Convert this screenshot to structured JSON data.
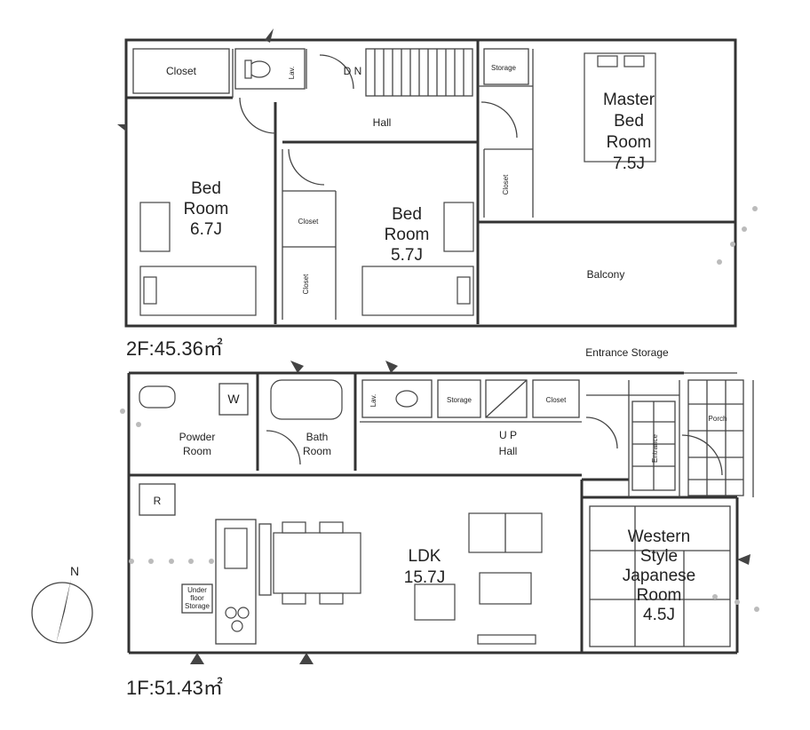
{
  "floors": [
    {
      "id": "2F",
      "area_label": "2F:45.36㎡",
      "rooms": [
        {
          "key": "closet_a",
          "label": "Closet"
        },
        {
          "key": "lav",
          "label": "Lav."
        },
        {
          "key": "dn",
          "label": "D N"
        },
        {
          "key": "storage",
          "label": "Storage"
        },
        {
          "key": "hall",
          "label": "Hall"
        },
        {
          "key": "master",
          "lines": [
            "Master",
            "Bed",
            "Room",
            "7.5J"
          ]
        },
        {
          "key": "bed1",
          "lines": [
            "Bed",
            "Room",
            "6.7J"
          ]
        },
        {
          "key": "bed2",
          "lines": [
            "Bed",
            "Room",
            "5.7J"
          ]
        },
        {
          "key": "closet_b",
          "label": "Closet"
        },
        {
          "key": "closet_c",
          "label": "Closet"
        },
        {
          "key": "closet_d",
          "label": "Closet"
        },
        {
          "key": "balcony",
          "label": "Balcony"
        }
      ]
    },
    {
      "id": "1F",
      "area_label": "1F:51.43㎡",
      "rooms": [
        {
          "key": "entrance_storage",
          "label": "Entrance Storage"
        },
        {
          "key": "w",
          "label": "W"
        },
        {
          "key": "powder",
          "lines": [
            "Powder",
            "Room"
          ]
        },
        {
          "key": "bath",
          "lines": [
            "Bath",
            "Room"
          ]
        },
        {
          "key": "lav",
          "label": "Lav."
        },
        {
          "key": "storage",
          "label": "Storage"
        },
        {
          "key": "up",
          "label": "U P"
        },
        {
          "key": "hall",
          "label": "Hall"
        },
        {
          "key": "closet",
          "label": "Closet"
        },
        {
          "key": "entrance",
          "label": "Entrance"
        },
        {
          "key": "porch",
          "label": "Porch"
        },
        {
          "key": "r",
          "label": "R"
        },
        {
          "key": "ldk",
          "lines": [
            "LDK",
            "15.7J"
          ]
        },
        {
          "key": "underfloor",
          "lines": [
            "Under",
            "floor",
            "Storage"
          ]
        },
        {
          "key": "western",
          "lines": [
            "Western",
            "Style",
            "Japanese",
            "Room",
            "4.5J"
          ]
        }
      ]
    }
  ],
  "compass": {
    "label": "N"
  }
}
